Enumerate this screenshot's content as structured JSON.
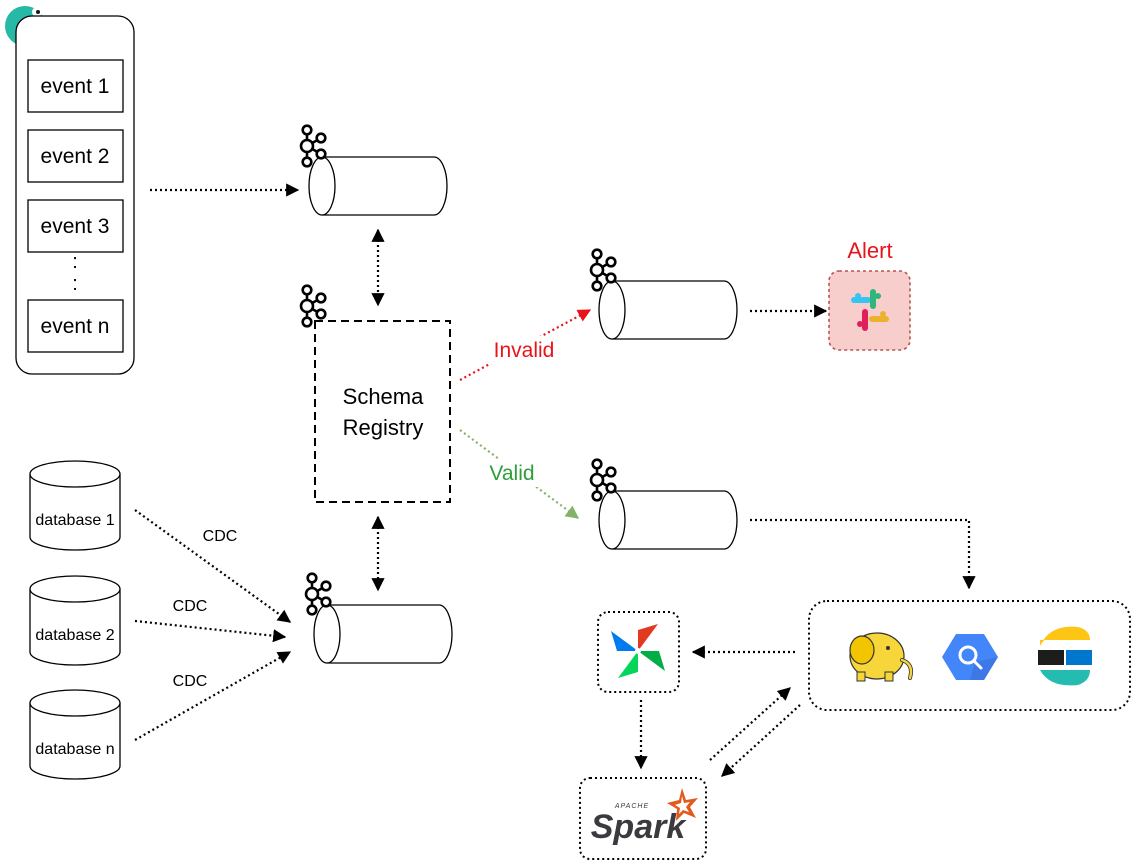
{
  "events": {
    "items": [
      "event 1",
      "event 2",
      "event 3",
      "event n"
    ],
    "ellipsis": ":"
  },
  "registry": {
    "line1": "Schema",
    "line2": "Registry"
  },
  "routes": {
    "invalid_label": "Invalid",
    "valid_label": "Valid"
  },
  "alert": {
    "label": "Alert"
  },
  "databases": [
    {
      "label": "database 1",
      "edge_label": "CDC"
    },
    {
      "label": "database 2",
      "edge_label": "CDC"
    },
    {
      "label": "database n",
      "edge_label": "CDC"
    }
  ],
  "spark": {
    "apache": "APACHE",
    "name": "Spark"
  },
  "colors": {
    "invalid": "#e8141a",
    "valid": "#2e9e3b",
    "valid_arrow": "#82b366",
    "alert_fill": "#f8cecc",
    "alert_border": "#b85450",
    "stroke": "#000000"
  },
  "icons": {
    "logo": "chameleon-logo-icon",
    "kafka": "kafka-icon",
    "slack": "slack-icon",
    "airflow": "airflow-icon",
    "hadoop": "hadoop-elephant-icon",
    "bigquery": "bigquery-icon",
    "elastic": "elasticsearch-icon",
    "spark": "spark-icon"
  }
}
